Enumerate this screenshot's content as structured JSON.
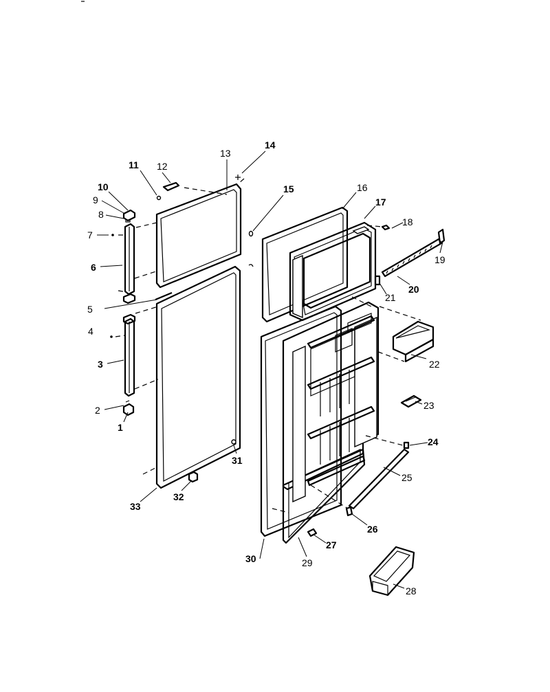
{
  "diagram": {
    "callouts": [
      {
        "id": "1",
        "text": "1",
        "bold": true
      },
      {
        "id": "2",
        "text": "2",
        "bold": false
      },
      {
        "id": "3",
        "text": "3",
        "bold": true
      },
      {
        "id": "4",
        "text": "4",
        "bold": false
      },
      {
        "id": "5",
        "text": "5",
        "bold": false
      },
      {
        "id": "6",
        "text": "6",
        "bold": true
      },
      {
        "id": "7",
        "text": "7",
        "bold": false
      },
      {
        "id": "8",
        "text": "8",
        "bold": false
      },
      {
        "id": "9",
        "text": "9",
        "bold": false
      },
      {
        "id": "10",
        "text": "10",
        "bold": true
      },
      {
        "id": "11",
        "text": "11",
        "bold": true
      },
      {
        "id": "12",
        "text": "12",
        "bold": false
      },
      {
        "id": "13",
        "text": "13",
        "bold": false
      },
      {
        "id": "14",
        "text": "14",
        "bold": true
      },
      {
        "id": "15",
        "text": "15",
        "bold": true
      },
      {
        "id": "16",
        "text": "16",
        "bold": false
      },
      {
        "id": "17",
        "text": "17",
        "bold": true
      },
      {
        "id": "18",
        "text": "18",
        "bold": false
      },
      {
        "id": "19",
        "text": "19",
        "bold": false
      },
      {
        "id": "20",
        "text": "20",
        "bold": true
      },
      {
        "id": "21",
        "text": "21",
        "bold": false
      },
      {
        "id": "22",
        "text": "22",
        "bold": false
      },
      {
        "id": "23",
        "text": "23",
        "bold": false
      },
      {
        "id": "24",
        "text": "24",
        "bold": true
      },
      {
        "id": "25",
        "text": "25",
        "bold": false
      },
      {
        "id": "26",
        "text": "26",
        "bold": true
      },
      {
        "id": "27",
        "text": "27",
        "bold": true
      },
      {
        "id": "28",
        "text": "28",
        "bold": false
      },
      {
        "id": "29",
        "text": "29",
        "bold": false
      },
      {
        "id": "30",
        "text": "30",
        "bold": true
      },
      {
        "id": "31",
        "text": "31",
        "bold": true
      },
      {
        "id": "32",
        "text": "32",
        "bold": true
      },
      {
        "id": "33",
        "text": "33",
        "bold": true
      }
    ]
  }
}
